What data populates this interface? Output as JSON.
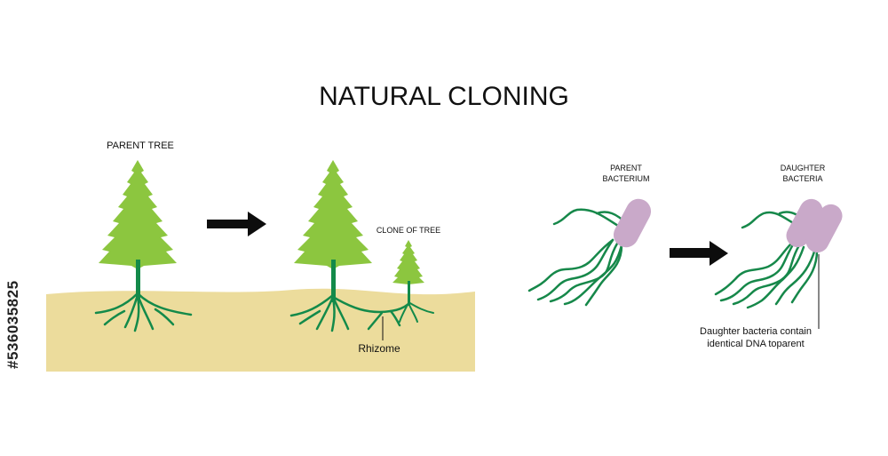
{
  "title": "NATURAL CLONING",
  "labels": {
    "parent_tree": "PARENT TREE",
    "clone_of_tree": "CLONE OF TREE",
    "rhizome": "Rhizome",
    "parent_bacterium_line1": "PARENT",
    "parent_bacterium_line2": "BACTERIUM",
    "daughter_bacteria_line1": "DAUGHTER",
    "daughter_bacteria_line2": "BACTERIA",
    "daughter_note_line1": "Daughter bacteria contain",
    "daughter_note_line2": "identical DNA toparent"
  },
  "stock_id": "#536035825",
  "colors": {
    "soil": "#ecdc9c",
    "foliage": "#8cc63f",
    "trunk": "#138a4a",
    "bacterium": "#c9a9c9",
    "flagella": "#16884a",
    "arrow": "#0d0d0d"
  }
}
